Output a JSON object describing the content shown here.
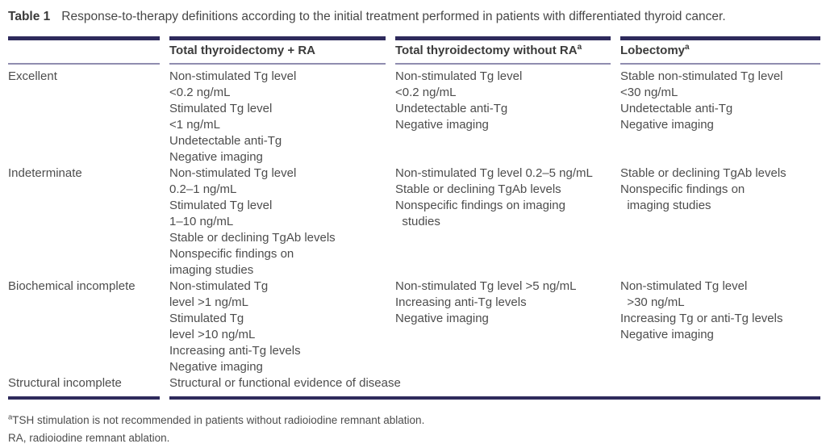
{
  "caption": {
    "label": "Table 1",
    "text": "Response-to-therapy definitions according to the initial treatment performed in patients with differentiated thyroid cancer."
  },
  "table": {
    "columns": [
      {
        "header": "",
        "sup": ""
      },
      {
        "header": "Total thyroidectomy + RA",
        "sup": ""
      },
      {
        "header": "Total thyroidectomy without RA",
        "sup": "a"
      },
      {
        "header": "Lobectomy",
        "sup": "a"
      }
    ],
    "rows": [
      {
        "label": "Excellent",
        "cells": [
          [
            "Non-stimulated Tg level",
            "<0.2 ng/mL",
            "Stimulated Tg level",
            "<1 ng/mL",
            "Undetectable anti-Tg",
            "Negative imaging"
          ],
          [
            "Non-stimulated Tg level",
            "<0.2 ng/mL",
            "Undetectable anti-Tg",
            "Negative imaging"
          ],
          [
            "Stable non-stimulated Tg level",
            "<30 ng/mL",
            "Undetectable anti-Tg",
            "Negative imaging"
          ]
        ]
      },
      {
        "label": "Indeterminate",
        "cells": [
          [
            "Non-stimulated Tg level",
            "0.2–1 ng/mL",
            "Stimulated Tg level",
            "1–10 ng/mL",
            "Stable or declining TgAb levels",
            "Nonspecific findings on",
            "imaging studies"
          ],
          [
            "Non-stimulated Tg level 0.2–5 ng/mL",
            "Stable or declining TgAb levels",
            "Nonspecific findings on imaging",
            "  studies"
          ],
          [
            "Stable or declining TgAb levels",
            "Nonspecific findings on",
            "  imaging studies"
          ]
        ]
      },
      {
        "label": "Biochemical incomplete",
        "cells": [
          [
            "Non-stimulated Tg",
            "level >1 ng/mL",
            "Stimulated Tg",
            "level >10 ng/mL",
            "Increasing anti-Tg levels",
            "Negative imaging"
          ],
          [
            "Non-stimulated Tg level >5 ng/mL",
            "Increasing anti-Tg levels",
            "Negative imaging"
          ],
          [
            "Non-stimulated Tg level",
            "  >30 ng/mL",
            "Increasing Tg or anti-Tg levels",
            "Negative imaging"
          ]
        ]
      }
    ],
    "spanning_row": {
      "label": "Structural incomplete",
      "text": "Structural or functional evidence of disease"
    }
  },
  "footnotes": [
    {
      "sup": "a",
      "text": "TSH stimulation is not recommended in patients without radioiodine remnant ablation."
    },
    {
      "sup": "",
      "text": "RA, radioiodine remnant ablation."
    }
  ],
  "colors": {
    "rule_heavy": "#2e2a5c",
    "rule_light": "#908daf",
    "text_body": "#4d4d4d",
    "text_heading": "#3b3b3b"
  }
}
